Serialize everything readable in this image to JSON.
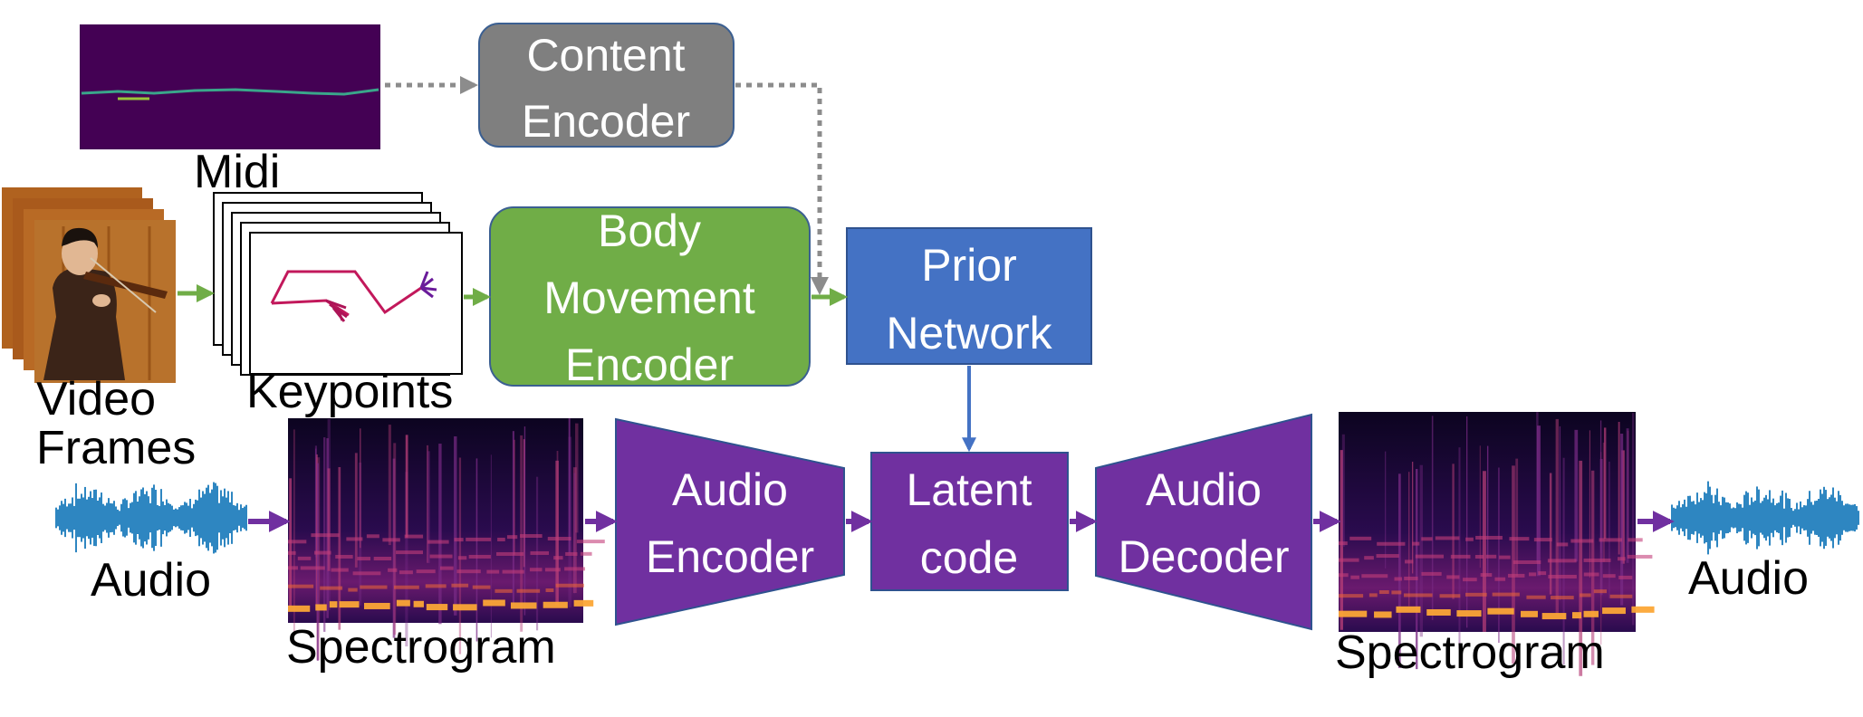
{
  "inputs": {
    "midi_label": "Midi",
    "video_label_line1": "Video",
    "video_label_line2": "Frames",
    "keypoints_label": "Keypoints",
    "audio_in_label": "Audio",
    "spectrogram_in_label": "Spectrogram"
  },
  "modules": {
    "content_encoder": [
      "Content",
      "Encoder"
    ],
    "body_movement_encoder": [
      "Body",
      "Movement",
      "Encoder"
    ],
    "prior_network": [
      "Prior",
      "Network"
    ],
    "audio_encoder": [
      "Audio",
      "Encoder"
    ],
    "latent_code": [
      "Latent",
      "code"
    ],
    "audio_decoder": [
      "Audio",
      "Decoder"
    ]
  },
  "outputs": {
    "spectrogram_out_label": "Spectrogram",
    "audio_out_label": "Audio"
  },
  "colors": {
    "content_encoder": "#7f7f7f",
    "body_movement_encoder": "#70ad47",
    "prior_network": "#4472c4",
    "audio_path": "#7030a0",
    "midi_bg": "#440154",
    "waveform": "#2e86c1"
  }
}
